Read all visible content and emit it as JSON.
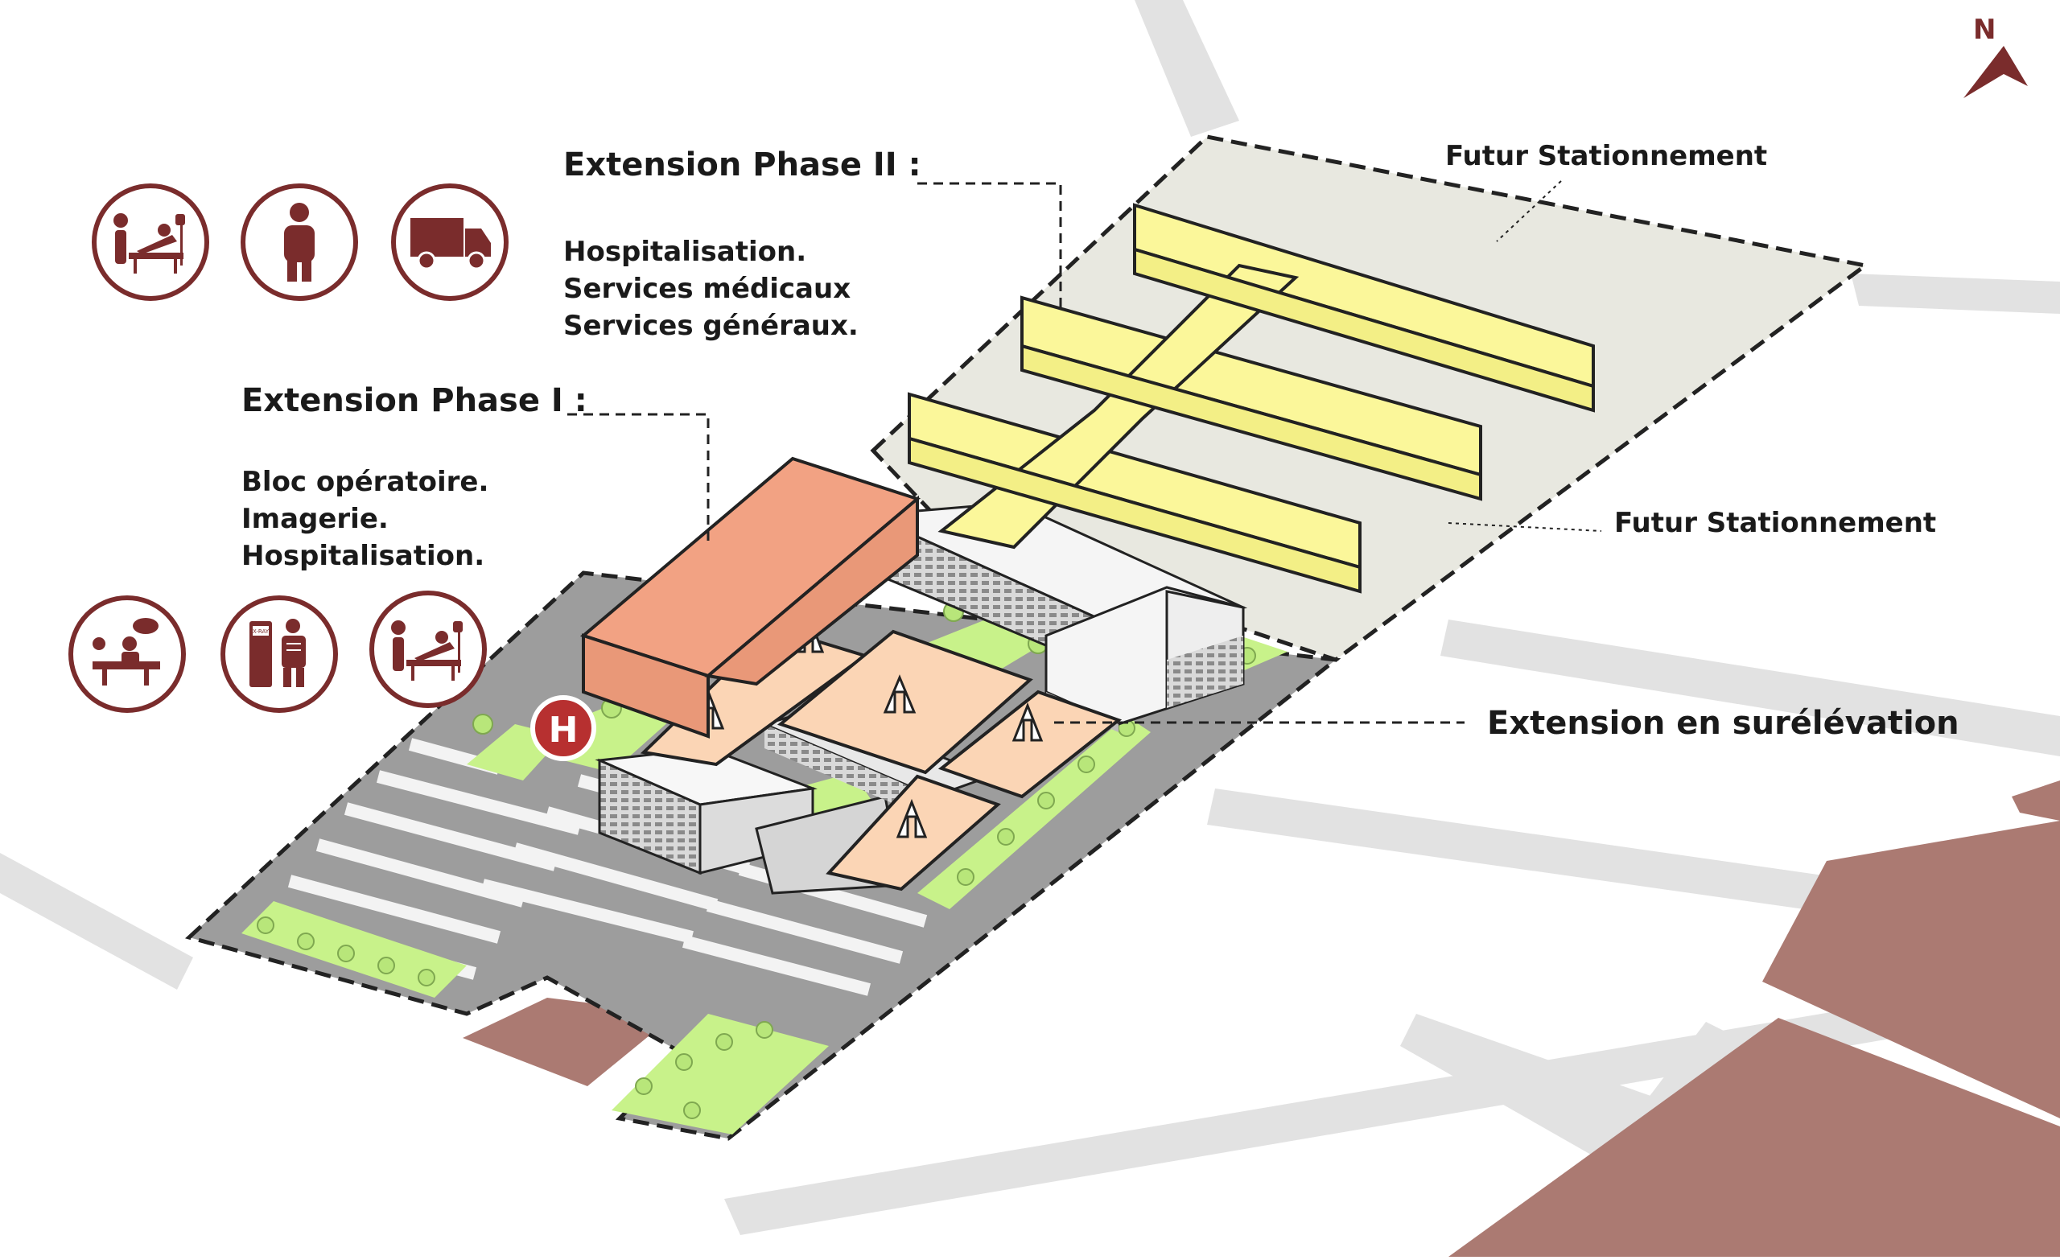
{
  "phase2": {
    "title": "Extension Phase II :",
    "items": [
      "Hospitalisation.",
      "Services médicaux",
      "Services généraux."
    ]
  },
  "phase1": {
    "title": "Extension Phase I :",
    "items": [
      "Bloc opératoire.",
      "Imagerie.",
      "Hospitalisation."
    ]
  },
  "labels": {
    "parking_top": "Futur Stationnement",
    "parking_right": "Futur Stationnement",
    "elevation": "Extension en surélévation",
    "helipad": "H",
    "xray": "X-RAY",
    "north": "N"
  },
  "icons_phase2": [
    "patient-bed-icon",
    "person-icon",
    "delivery-truck-icon"
  ],
  "icons_phase1": [
    "operating-room-icon",
    "xray-imaging-icon",
    "patient-bed-icon"
  ],
  "colors": {
    "brand": "#7a2c2c",
    "phase1": "#f2a283",
    "phase2": "#fbf79a",
    "elevation": "#fbd5b5",
    "site": "#9a9a9a",
    "green": "#c8f28a",
    "block": "#ab7a72",
    "road": "#e2e2e2",
    "future_lot": "#e8e8e0"
  }
}
